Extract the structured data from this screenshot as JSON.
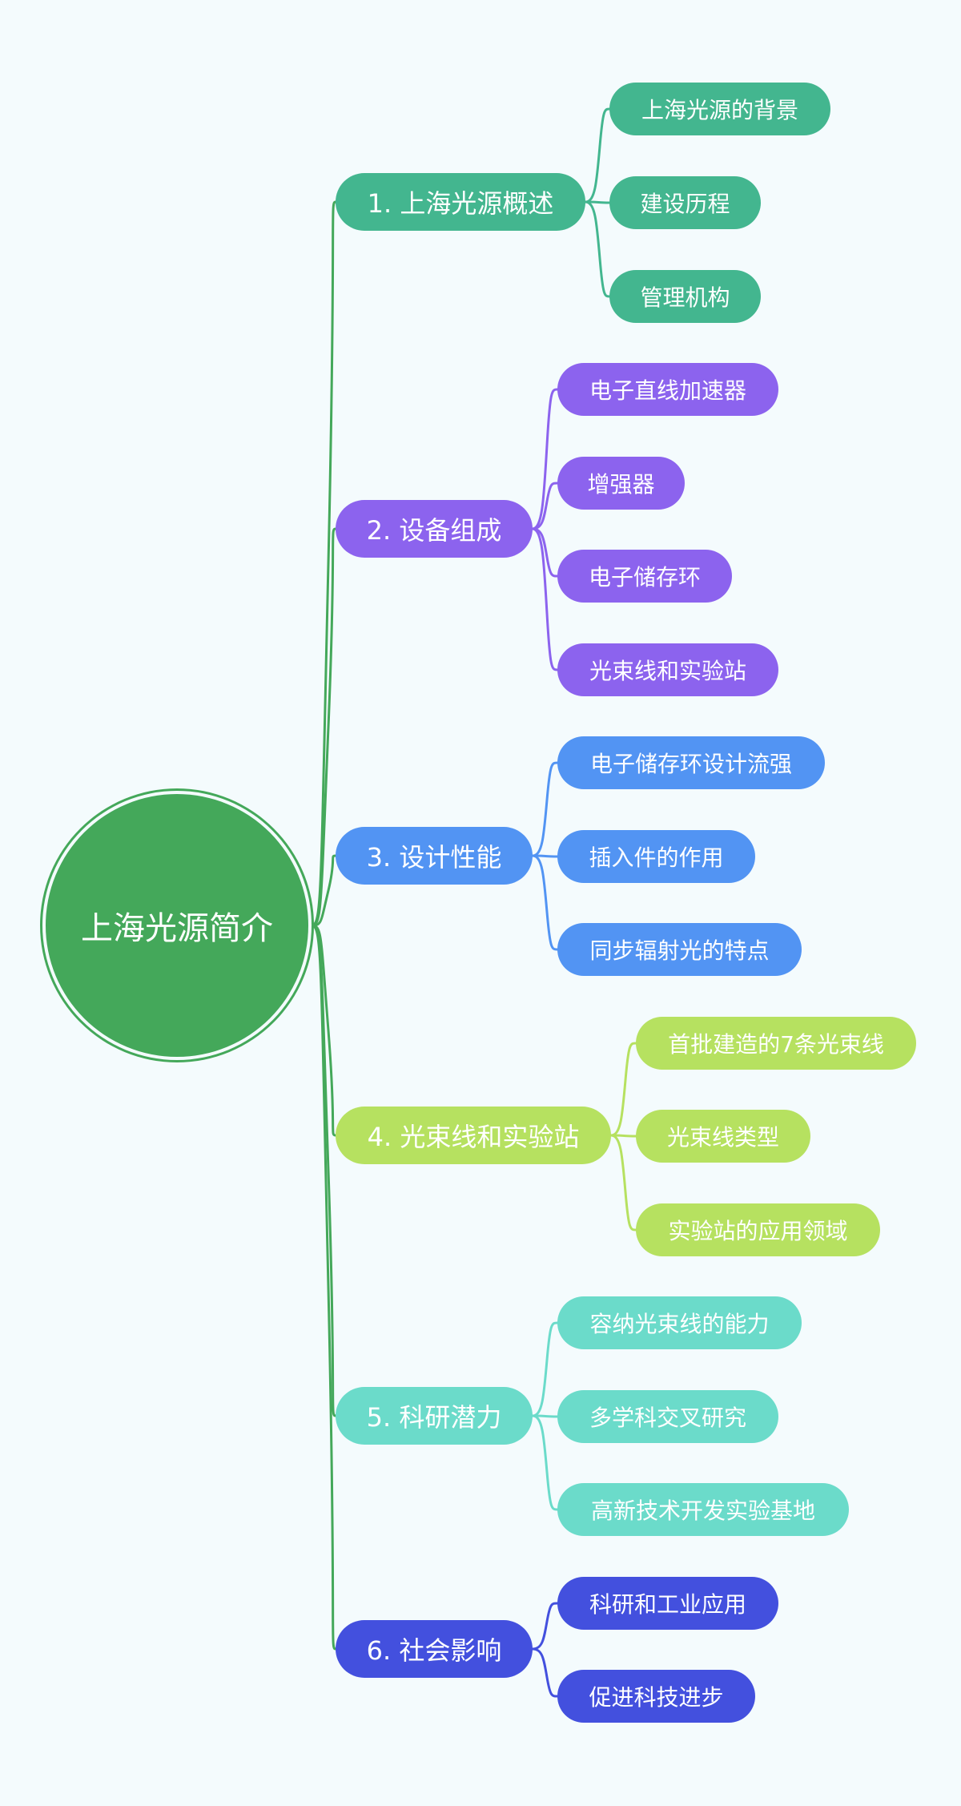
{
  "root": {
    "label": "上海光源简介",
    "color": "#44a85a"
  },
  "branches": [
    {
      "label": "1. 上海光源概述",
      "color": "#43b68f",
      "children": [
        "上海光源的背景",
        "建设历程",
        "管理机构"
      ]
    },
    {
      "label": "2. 设备组成",
      "color": "#8c63ee",
      "children": [
        "电子直线加速器",
        "增强器",
        "电子储存环",
        "光束线和实验站"
      ]
    },
    {
      "label": "3. 设计性能",
      "color": "#5294f3",
      "children": [
        "电子储存环设计流强",
        "插入件的作用",
        "同步辐射光的特点"
      ]
    },
    {
      "label": "4. 光束线和实验站",
      "color": "#b6e160",
      "children": [
        "首批建造的7条光束线",
        "光束线类型",
        "实验站的应用领域"
      ]
    },
    {
      "label": "5. 科研潜力",
      "color": "#6bdbca",
      "children": [
        "容纳光束线的能力",
        "多学科交叉研究",
        "高新技术开发实验基地"
      ]
    },
    {
      "label": "6. 社会影响",
      "color": "#4350de",
      "children": [
        "科研和工业应用",
        "促进科技进步"
      ]
    }
  ]
}
